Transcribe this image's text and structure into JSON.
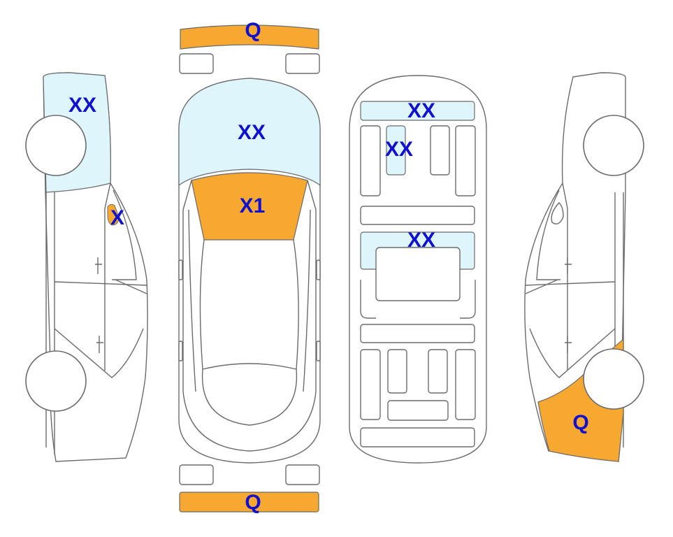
{
  "colors": {
    "damage_q": "#F7A830",
    "damage_xx": "#DFF5FC",
    "label_text": "#1010D0",
    "outline": "#6b6b6b"
  },
  "labels": {
    "front_bumper": "Q",
    "rear_bumper": "Q",
    "left_roof": "XX",
    "left_small_mark": "X",
    "top_windshield": "XX",
    "top_hood": "X1",
    "interior_front": "XX",
    "interior_seat": "XX",
    "interior_cargo": "XX",
    "right_rear_quarter": "Q"
  }
}
